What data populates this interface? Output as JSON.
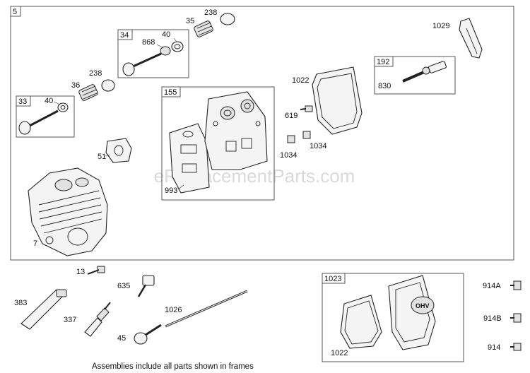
{
  "watermark": "eReplacementParts.com",
  "footer_note": "Assemblies include all parts shown in frames",
  "frames": {
    "main": "5",
    "valve_34": "34",
    "valve_33": "33",
    "gasket_155": "155",
    "breather_192": "192",
    "cover_1023": "1023"
  },
  "labels": {
    "p238a": "238",
    "p35": "35",
    "p40a": "40",
    "p868": "868",
    "p238b": "238",
    "p36": "36",
    "p40b": "40",
    "p51": "51",
    "p993": "993",
    "p1022a": "1022",
    "p619": "619",
    "p1034a": "1034",
    "p1034b": "1034",
    "p1029": "1029",
    "p830": "830",
    "p7": "7",
    "p13": "13",
    "p383": "383",
    "p337": "337",
    "p635": "635",
    "p1026": "1026",
    "p45": "45",
    "p1022b": "1022",
    "p914A": "914A",
    "p914B": "914B",
    "p914": "914",
    "ohv": "OHV"
  }
}
